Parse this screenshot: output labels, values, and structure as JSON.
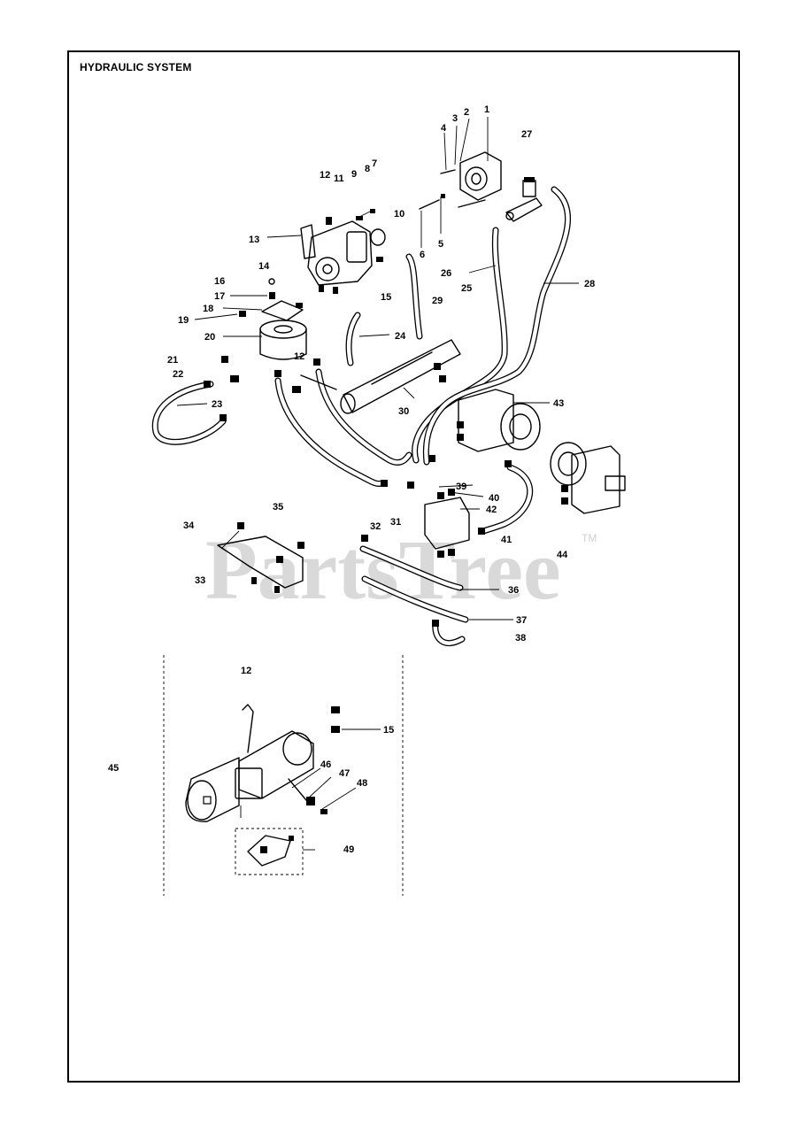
{
  "title": "HYDRAULIC SYSTEM",
  "watermark": {
    "text": "PartsTree",
    "tm": "TM"
  },
  "callouts": [
    "1",
    "2",
    "3",
    "4",
    "5",
    "6",
    "7",
    "8",
    "9",
    "10",
    "11",
    "12",
    "13",
    "14",
    "15",
    "16",
    "17",
    "18",
    "19",
    "20",
    "21",
    "22",
    "23",
    "24",
    "25",
    "26",
    "27",
    "28",
    "29",
    "30",
    "31",
    "32",
    "33",
    "34",
    "35",
    "36",
    "37",
    "38",
    "39",
    "40",
    "41",
    "42",
    "43",
    "44",
    "45",
    "46",
    "47",
    "48",
    "49"
  ],
  "inset_callouts": [
    "12",
    "15",
    "45",
    "46",
    "47",
    "48",
    "49"
  ],
  "colors": {
    "line": "#000000",
    "background": "#ffffff",
    "watermark": "#d3d3d3"
  }
}
